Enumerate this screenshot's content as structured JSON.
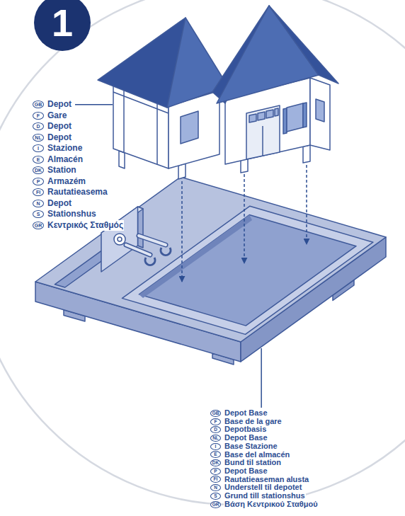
{
  "diagram": {
    "nodes": [
      {
        "text": [
          "1"
        ]
      }
    ],
    "labels": [
      "GB",
      "Depot",
      "F",
      "Gare",
      "D",
      "Depot",
      "NL",
      "Depot",
      "I",
      "Stazione",
      "E",
      "Almacén",
      "DK",
      "Station",
      "P",
      "Armazém",
      "FI",
      "Rautatieasema",
      "N",
      "Depot",
      "S",
      "Stationshus",
      "GR",
      "Κεντρικός Σταθμός",
      "GB",
      "Depot Base",
      "F",
      "Base de la gare",
      "D",
      "Depotbasis",
      "NL",
      "Depot Base",
      "I",
      "Base Stazione",
      "E",
      "Base del almacén",
      "DK",
      "Bund til station",
      "P",
      "Depot Base",
      "FI",
      "Rautatieaseman alusta",
      "N",
      "Understell til depotet",
      "S",
      "Grund till stationshus",
      "GR",
      "Βάση Κεντρικού Σταθμού"
    ]
  }
}
